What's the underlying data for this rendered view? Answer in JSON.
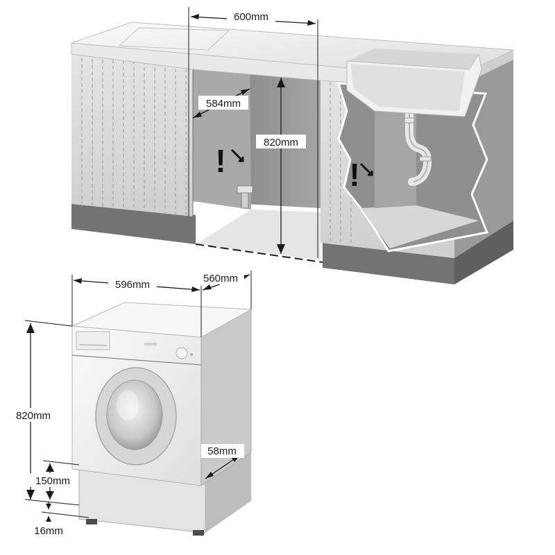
{
  "labels": {
    "gap_width": "600mm",
    "cabinet_depth": "584mm",
    "niche_height": "820mm",
    "machine_width": "596mm",
    "machine_depth": "560mm",
    "machine_height": "820mm",
    "recess_depth": "58mm",
    "plinth_height": "150mm",
    "foot_height": "16mm"
  },
  "warning_symbol": "!",
  "colors": {
    "cabinet_face": "#d9d9d9",
    "cabinet_side": "#9a9a9a",
    "plinth": "#737373",
    "countertop": "#f1f1f1",
    "niche_back": "#8e8e8e",
    "machine_body": "#f2f2f2",
    "machine_side": "#c9c9c9",
    "door_ring": "#cfcfcf"
  }
}
